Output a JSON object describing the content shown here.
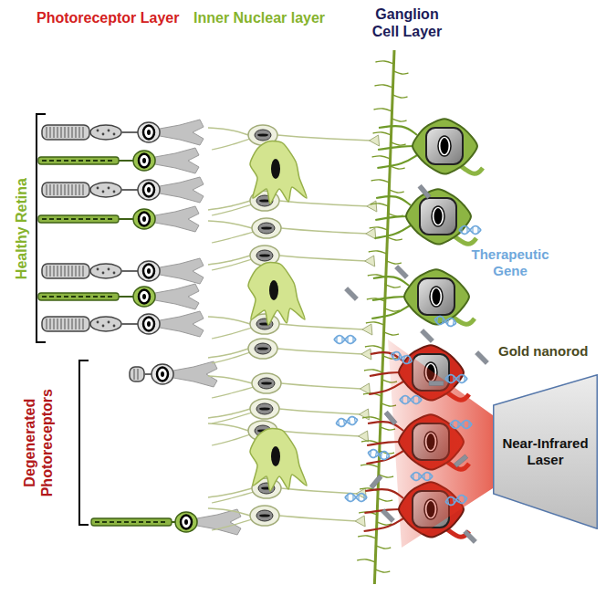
{
  "diagram": {
    "nodes": [
      {
        "text": [
          "Near-Infrared Laser"
        ]
      }
    ],
    "labels": [
      "Photoreceptor Layer",
      "Inner Nuclear layer",
      "Ganglion Cell Layer",
      "Healthy Retina",
      "Degenerated Photoreceptors",
      "Therapeutic Gene",
      "Gold nanorod"
    ]
  }
}
